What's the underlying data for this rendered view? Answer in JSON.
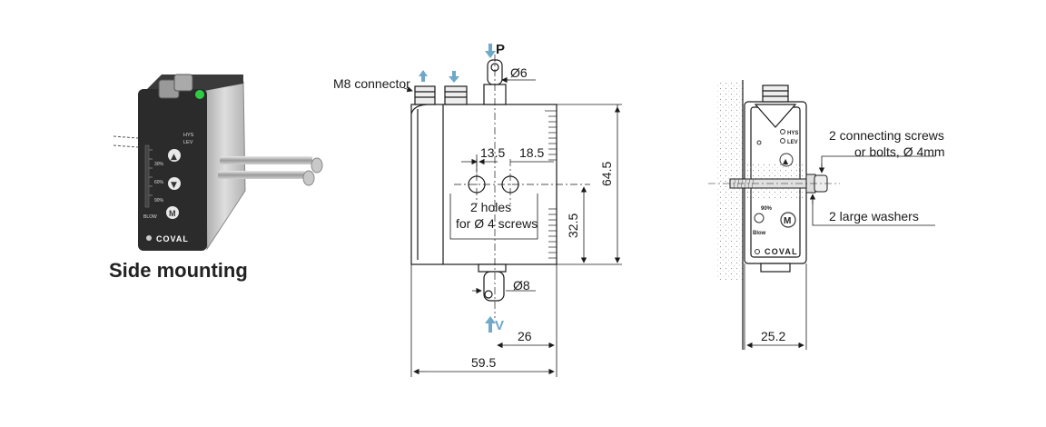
{
  "product": {
    "caption": "Side mounting",
    "brand": "COVAL",
    "buttons": {
      "up": "▲",
      "down": "▼",
      "mode": "M"
    },
    "indicators": {
      "hys": "HYS",
      "lev": "LEV"
    },
    "scale": {
      "s30": "30%",
      "s60": "60%",
      "s90": "90%"
    },
    "blow": "BLOW"
  },
  "front_view": {
    "connector_label": "M8 connector",
    "port_p": "P",
    "port_v": "V",
    "dia_top": "Ø6",
    "dia_bottom": "Ø8",
    "hole_spacing_left": "13.5",
    "hole_spacing_right": "18.5",
    "holes_note_line1": "2 holes",
    "holes_note_line2": "for Ø 4 screws",
    "height_total": "64.5",
    "height_holes": "32.5",
    "width_total": "59.5",
    "width_port": "26"
  },
  "side_view": {
    "screws_line1": "2 connecting screws",
    "screws_line2": "or bolts, Ø 4mm",
    "washers": "2 large washers",
    "width": "25.2",
    "brand": "COVAL",
    "mode": "M",
    "scale_mark": "90%",
    "blow": "Blow"
  },
  "colors": {
    "line": "#1a1a1a",
    "arrow_blue": "#6fa8c8",
    "led_green": "#2ecc40",
    "body_dark": "#2b2b2b",
    "body_silver": "#c9c9c9"
  }
}
